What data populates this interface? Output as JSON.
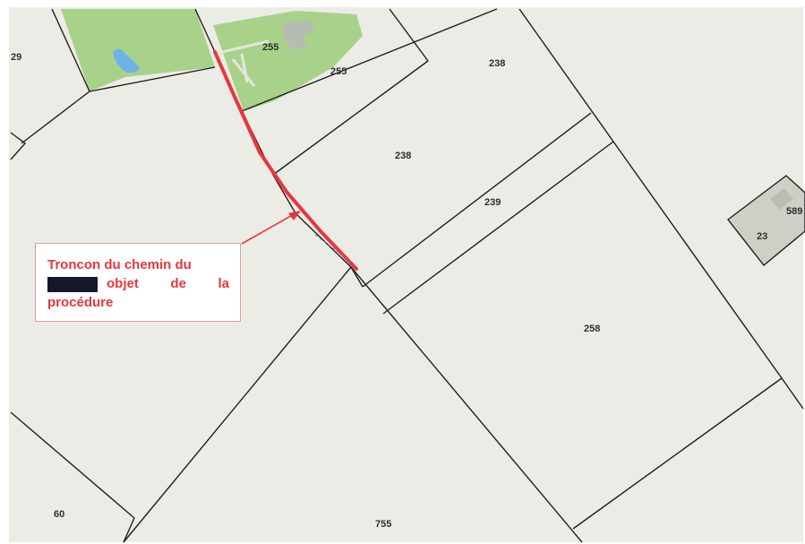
{
  "parcels": {
    "p29": "29",
    "p255a": "255",
    "p255b": "255",
    "p238a": "238",
    "p238b": "238",
    "p239": "239",
    "p258": "258",
    "p589": "589",
    "p23": "23",
    "p60": "60",
    "p755": "755"
  },
  "callout": {
    "line1": "Troncon du chemin du",
    "line2_redacted": "",
    "line2a": "objet",
    "line2b": "de",
    "line2c": "la",
    "line3": "procédure"
  },
  "colors": {
    "paper": "#ecece6",
    "woodland": "#a8d28a",
    "water": "#6fb3e6",
    "building": "#cfcfc8",
    "path_highlight": "#e8363c",
    "callout_text": "#e8363c",
    "redaction": "#15172a"
  }
}
